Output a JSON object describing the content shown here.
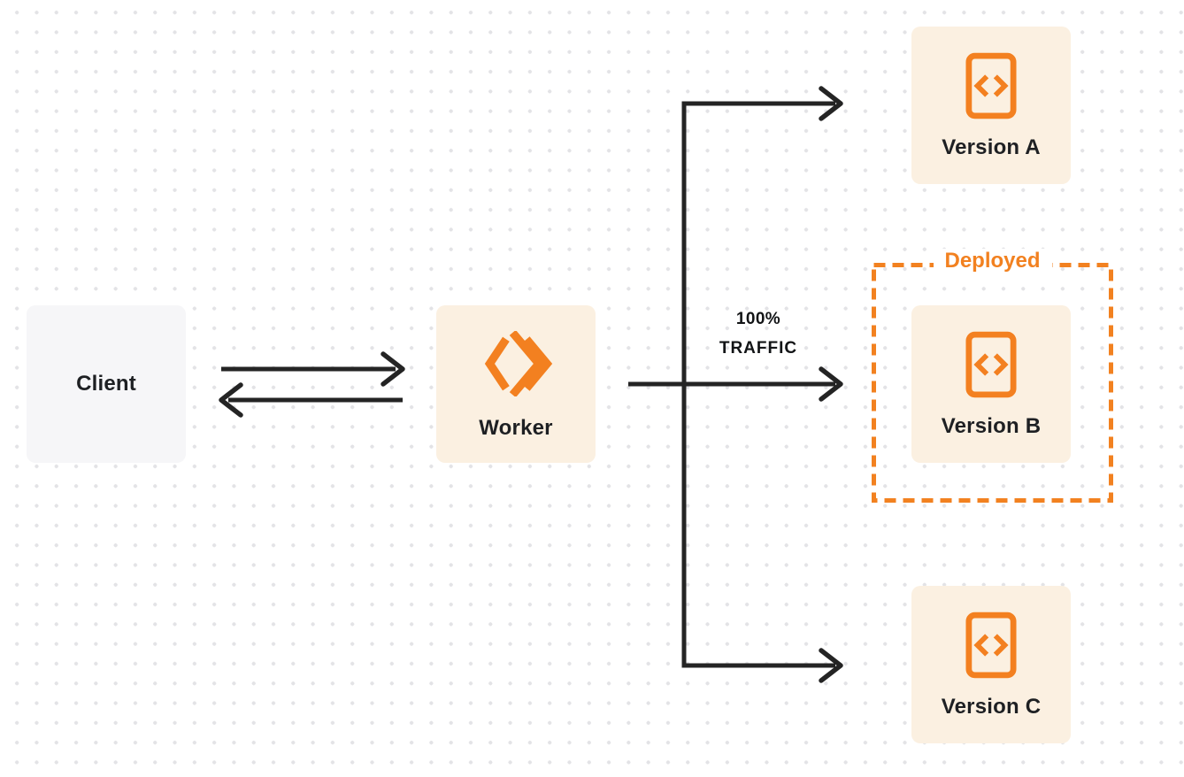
{
  "nodes": {
    "client": {
      "label": "Client"
    },
    "worker": {
      "label": "Worker",
      "icon": "workers-logo-icon"
    },
    "version_a": {
      "label": "Version A",
      "icon": "code-file-icon"
    },
    "version_b": {
      "label": "Version B",
      "icon": "code-file-icon"
    },
    "version_c": {
      "label": "Version C",
      "icon": "code-file-icon"
    }
  },
  "annotations": {
    "deployed": "Deployed",
    "traffic_pct": "100%",
    "traffic_word": "TRAFFIC"
  },
  "colors": {
    "accent_orange": "#f28120",
    "node_cream_bg": "#fbf0e1",
    "client_gray_bg": "#f6f6f8",
    "arrow_dark": "#242424",
    "text_dark": "#1e2023",
    "dot_grid": "#e3e3e6"
  }
}
